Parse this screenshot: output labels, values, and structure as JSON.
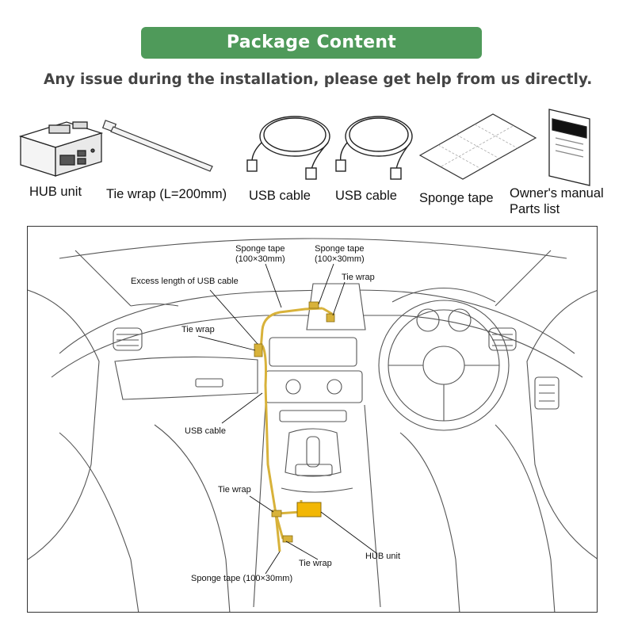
{
  "header": {
    "title": "Package Content",
    "notice": "Any issue during the installation, please get help from us directly."
  },
  "items": [
    {
      "label": "HUB unit",
      "icon": "hub-unit-icon"
    },
    {
      "label": "Tie wrap (L=200mm)",
      "icon": "tie-wrap-icon"
    },
    {
      "label": "USB cable",
      "icon": "usb-cable-icon"
    },
    {
      "label": "USB cable",
      "icon": "usb-cable-icon"
    },
    {
      "label": "Sponge tape",
      "icon": "sponge-tape-icon"
    },
    {
      "label_line1": "Owner's manual",
      "label_line2": "Parts list",
      "icon": "manual-icon"
    }
  ],
  "callouts": {
    "sponge_tape_1_line1": "Sponge tape",
    "sponge_tape_1_line2": "(100×30mm)",
    "sponge_tape_2_line1": "Sponge tape",
    "sponge_tape_2_line2": "(100×30mm)",
    "tie_wrap_top": "Tie wrap",
    "excess_usb": "Excess length of USB cable",
    "tie_wrap_left": "Tie wrap",
    "usb_cable": "USB cable",
    "tie_wrap_lower": "Tie wrap",
    "hub_unit": "HUB unit",
    "tie_wrap_bottom": "Tie wrap",
    "sponge_tape_bottom": "Sponge tape (100×30mm)"
  },
  "colors": {
    "banner": "#4f9a5a",
    "cable": "#d8b23a",
    "hub": "#f2b705"
  }
}
